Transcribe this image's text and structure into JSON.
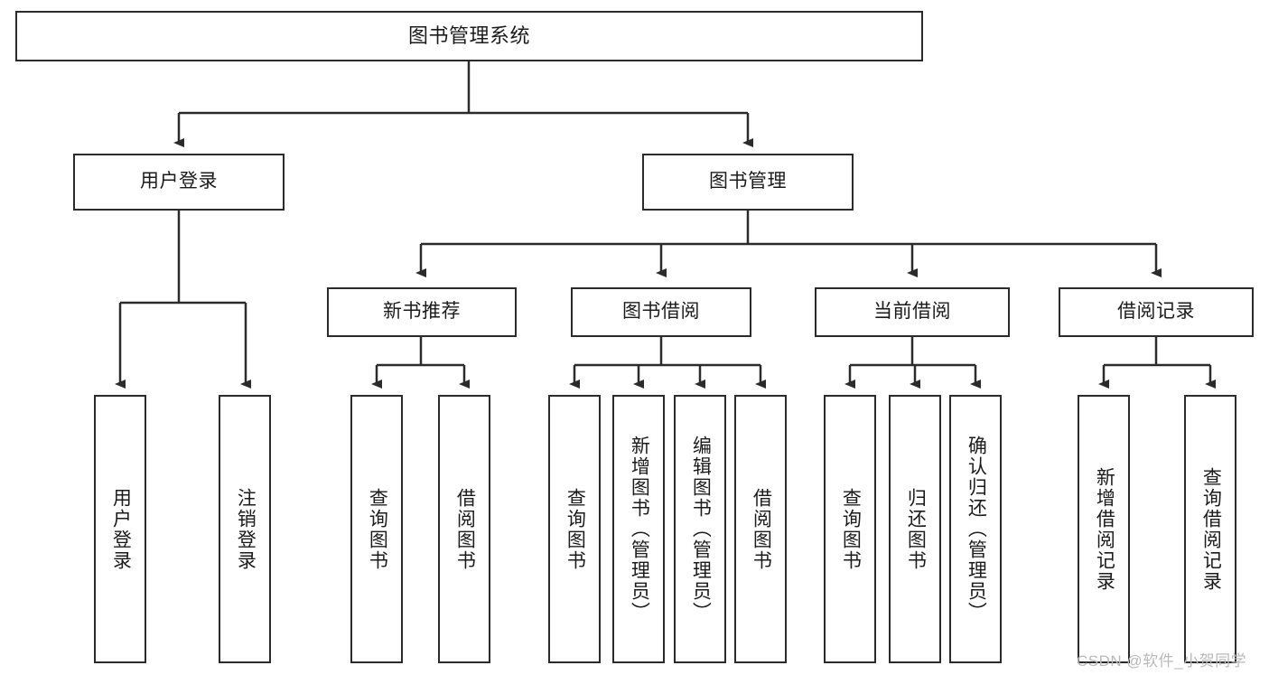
{
  "diagram": {
    "title": "图书管理系统",
    "watermark": "CSDN @软件_小贺同学",
    "levels": {
      "root": {
        "label": "图书管理系统"
      },
      "level2": [
        {
          "label": "用户登录"
        },
        {
          "label": "图书管理"
        }
      ],
      "level3": [
        {
          "label": "新书推荐"
        },
        {
          "label": "图书借阅"
        },
        {
          "label": "当前借阅"
        },
        {
          "label": "借阅记录"
        }
      ],
      "leaves": {
        "user_login": [
          {
            "label": "用户登录"
          },
          {
            "label": "注销登录"
          }
        ],
        "new_book_recommend": [
          {
            "label": "查询图书"
          },
          {
            "label": "借阅图书"
          }
        ],
        "book_borrow": [
          {
            "label": "查询图书"
          },
          {
            "label": "新增图书（管理员）"
          },
          {
            "label": "编辑图书（管理员）"
          },
          {
            "label": "借阅图书"
          }
        ],
        "current_borrow": [
          {
            "label": "查询图书"
          },
          {
            "label": "归还图书"
          },
          {
            "label": "确认归还（管理员）"
          }
        ],
        "borrow_record": [
          {
            "label": "新增借阅记录"
          },
          {
            "label": "查询借阅记录"
          }
        ]
      }
    },
    "colors": {
      "stroke": "#2b2b2b",
      "text": "#1b1b1b",
      "background": "#ffffff",
      "watermark": "#b9b9b9"
    }
  }
}
